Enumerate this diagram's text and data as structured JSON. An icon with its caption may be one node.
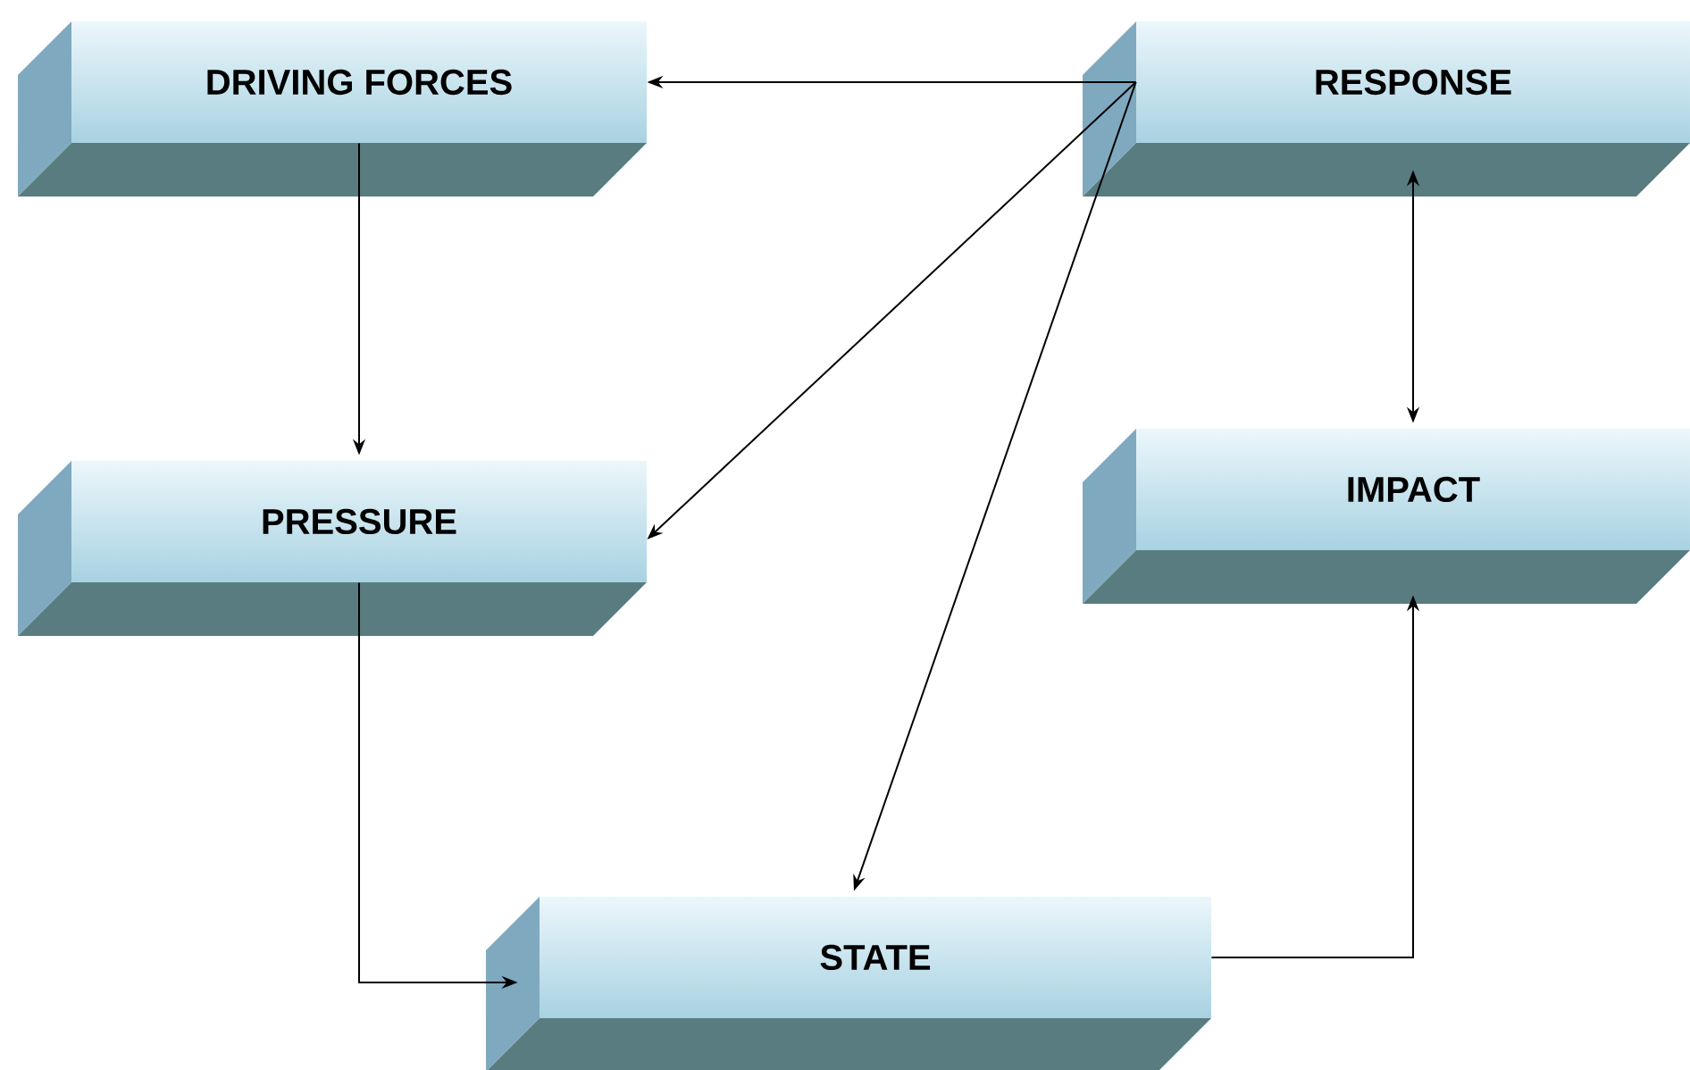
{
  "diagram": {
    "nodes": [
      {
        "text": [
          "DRIVING FORCES"
        ]
      },
      {
        "text": [
          "RESPONSE"
        ]
      },
      {
        "text": [
          "PRESSURE"
        ]
      },
      {
        "text": [
          "IMPACT"
        ]
      },
      {
        "text": [
          "STATE"
        ]
      }
    ],
    "edges": [
      {
        "from": 1,
        "to": 0,
        "arrow": "to"
      },
      {
        "from": 0,
        "to": 2,
        "arrow": "to"
      },
      {
        "from": 1,
        "to": 2,
        "arrow": "to"
      },
      {
        "from": 1,
        "to": 4,
        "arrow": "to"
      },
      {
        "from": 1,
        "to": 3,
        "arrow": "both"
      },
      {
        "from": 2,
        "to": 4,
        "arrow": "to"
      },
      {
        "from": 4,
        "to": 3,
        "arrow": "to"
      }
    ]
  }
}
